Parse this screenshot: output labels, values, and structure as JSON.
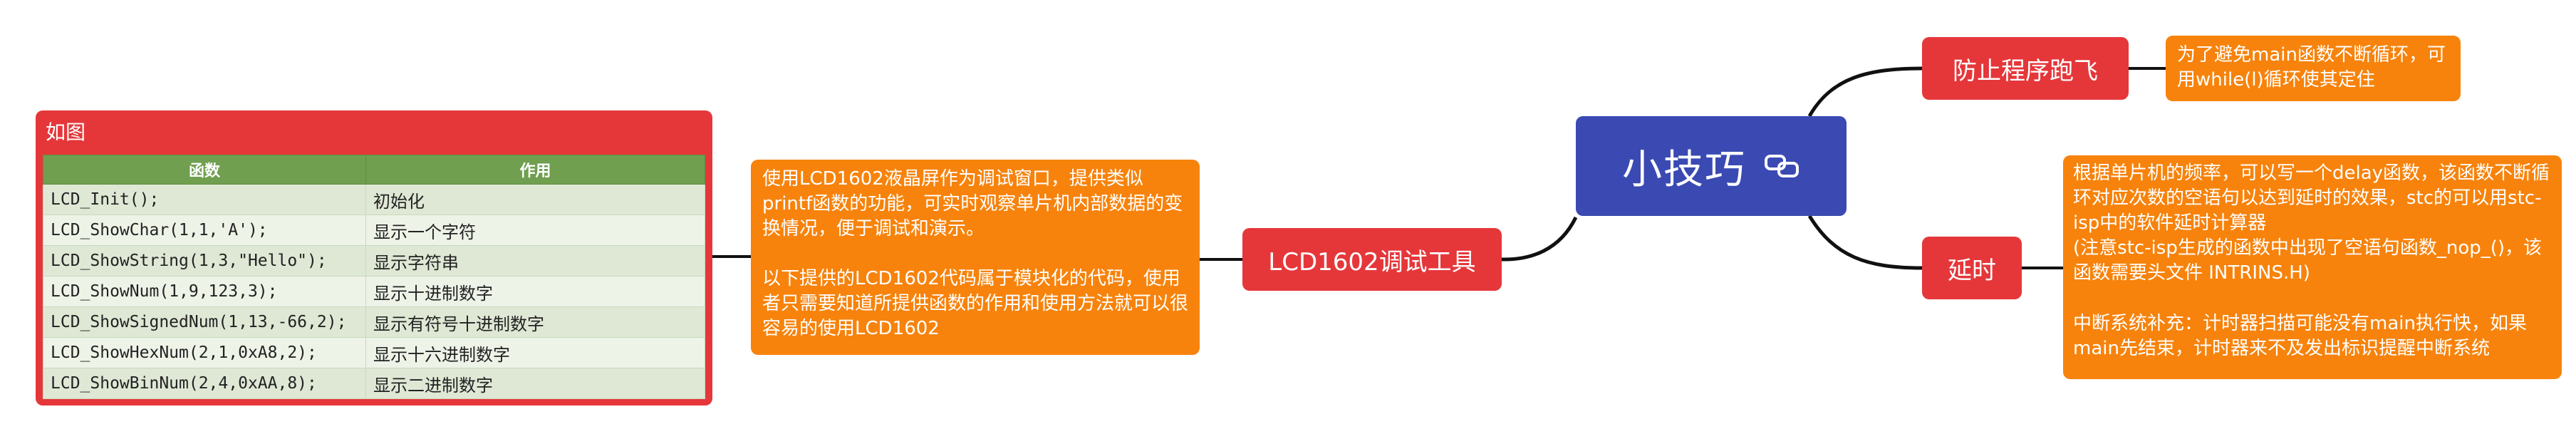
{
  "central": {
    "title": "小技巧",
    "icon": "link-icon"
  },
  "lcd_tool": {
    "label": "LCD1602调试工具",
    "description": [
      "使用LCD1602液晶屏作为调试窗口，提供类似printf函数的功能，可实时观察单片机内部数据的变换情况，便于调试和演示。",
      "以下提供的LCD1602代码属于模块化的代码，使用者只需要知道所提供函数的作用和使用方法就可以很容易的使用LCD1602"
    ]
  },
  "figure_card": {
    "title": "如图",
    "headers": [
      "函数",
      "作用"
    ],
    "rows": [
      [
        "LCD_Init();",
        "初始化"
      ],
      [
        "LCD_ShowChar(1,1,'A');",
        "显示一个字符"
      ],
      [
        "LCD_ShowString(1,3,\"Hello\");",
        "显示字符串"
      ],
      [
        "LCD_ShowNum(1,9,123,3);",
        "显示十进制数字"
      ],
      [
        "LCD_ShowSignedNum(1,13,-66,2);",
        "显示有符号十进制数字"
      ],
      [
        "LCD_ShowHexNum(2,1,0xA8,2);",
        "显示十六进制数字"
      ],
      [
        "LCD_ShowBinNum(2,4,0xAA,8);",
        "显示二进制数字"
      ]
    ]
  },
  "prevent_flyaway": {
    "label": "防止程序跑飞",
    "description": "为了避免main函数不断循环，可用while(l)循环使其定住"
  },
  "delay": {
    "label": "延时",
    "description": [
      "根据单片机的频率，可以写一个delay函数，该函数不断循环对应次数的空语句以达到延时的效果，stc的可以用stc-isp中的软件延时计算器",
      "(注意stc-isp生成的函数中出现了空语句函数_nop_()，该函数需要头文件 INTRINS.H)",
      "中断系统补充：计时器扫描可能没有main执行快，如果main先结束，计时器来不及发出标识提醒中断系统"
    ]
  },
  "colors": {
    "central": "#3a4ab2",
    "topic": "#e5373a",
    "note": "#f7830c",
    "table_header": "#6f9f4f",
    "connector": "#111111"
  }
}
